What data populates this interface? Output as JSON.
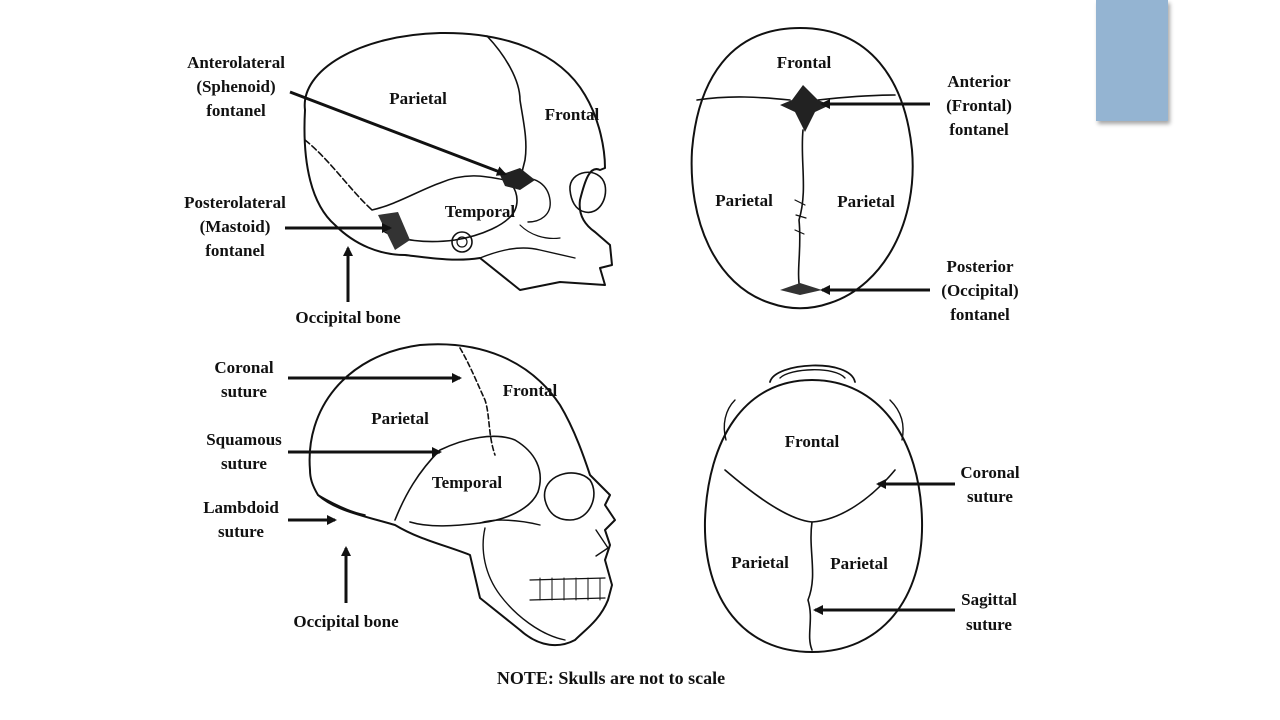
{
  "accent_color": "#94b4d2",
  "ink_color": "#111111",
  "infant_lateral": {
    "parietal": "Parietal",
    "frontal": "Frontal",
    "temporal": "Temporal",
    "anterolateral": [
      "Anterolateral",
      "(Sphenoid)",
      "fontanel"
    ],
    "posterolateral": [
      "Posterolateral",
      "(Mastoid)",
      "fontanel"
    ],
    "occipital": "Occipital bone"
  },
  "infant_superior": {
    "frontal": "Frontal",
    "parietal_left": "Parietal",
    "parietal_right": "Parietal",
    "anterior": [
      "Anterior",
      "(Frontal)",
      "fontanel"
    ],
    "posterior": [
      "Posterior",
      "(Occipital)",
      "fontanel"
    ]
  },
  "adult_lateral": {
    "parietal": "Parietal",
    "frontal": "Frontal",
    "temporal": "Temporal",
    "coronal": [
      "Coronal",
      "suture"
    ],
    "squamous": [
      "Squamous",
      "suture"
    ],
    "lambdoid": [
      "Lambdoid",
      "suture"
    ],
    "occipital": "Occipital bone"
  },
  "adult_superior": {
    "frontal": "Frontal",
    "parietal_left": "Parietal",
    "parietal_right": "Parietal",
    "coronal": [
      "Coronal",
      "suture"
    ],
    "sagittal": [
      "Sagittal",
      "suture"
    ]
  },
  "note": "NOTE: Skulls are not to scale"
}
